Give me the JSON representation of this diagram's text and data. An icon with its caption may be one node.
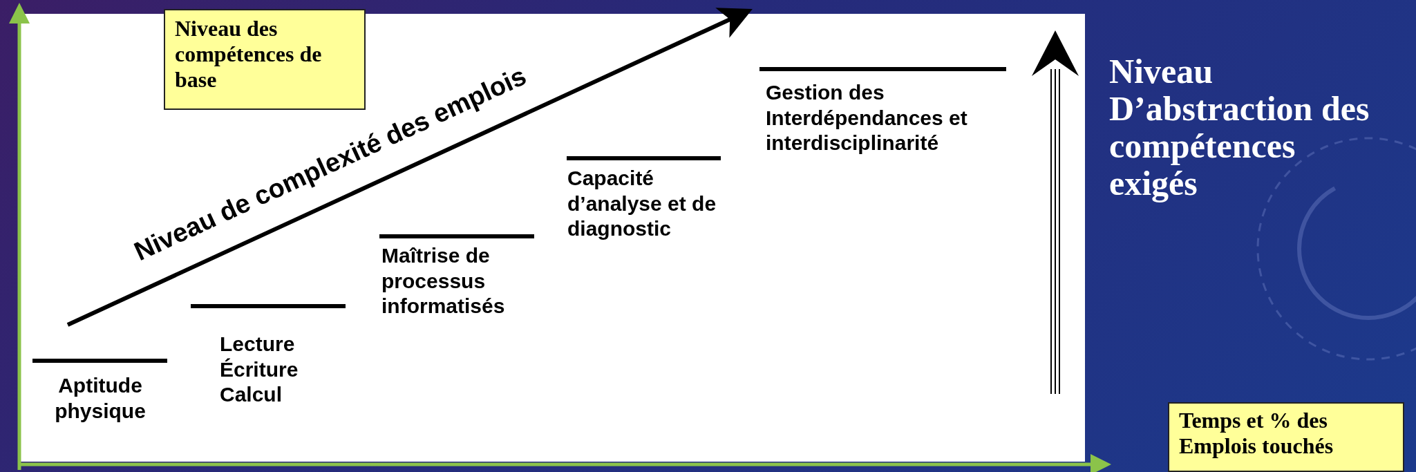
{
  "diagram": {
    "nodes": [
      {
        "text": [
          "Niveau des compétences de base"
        ]
      },
      {
        "text": [
          "Temps et % des Emplois touchés"
        ]
      }
    ],
    "labels": [
      "Niveau de complexité des emplois",
      "Aptitude physique",
      "Lecture Écriture Calcul",
      "Maîtrise de processus informatisés",
      "Capacité d’analyse et de diagnostic",
      "Gestion des Interdépendances et interdisciplinarité",
      "Niveau D’abstraction des compétences exigés"
    ]
  }
}
